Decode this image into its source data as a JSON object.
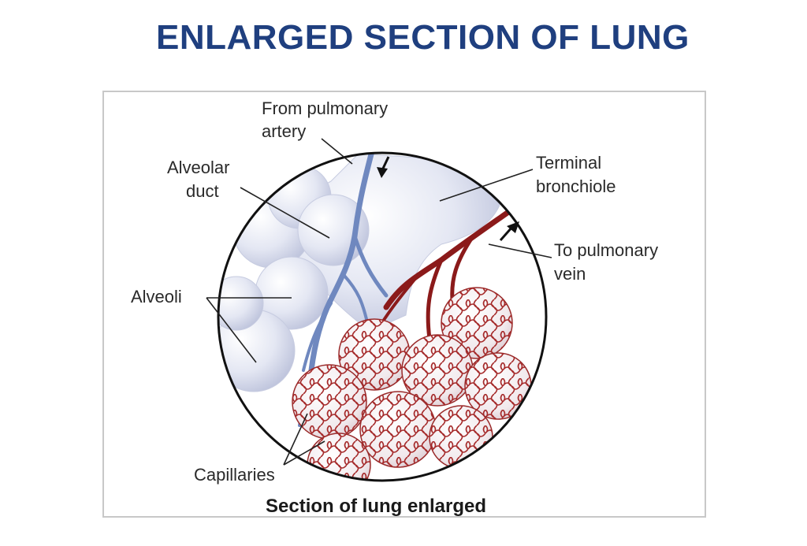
{
  "title": "ENLARGED SECTION OF LUNG",
  "labels": {
    "pulmonary_artery": [
      "From pulmonary",
      "artery"
    ],
    "alveolar_duct": [
      "Alveolar",
      "duct"
    ],
    "terminal_bronchiole": [
      "Terminal",
      "bronchiole"
    ],
    "pulmonary_vein": [
      "To pulmonary",
      "vein"
    ],
    "alveoli": "Alveoli",
    "capillaries": "Capillaries"
  },
  "caption": "Section of lung enlarged",
  "colors": {
    "title": "#1f3f7f",
    "artery_vessel": "#6f88bf",
    "vein_vessel": "#8b1a1a",
    "capillary_mesh": "#a52a2a",
    "alveolus_fill": "#e2e5f2"
  }
}
